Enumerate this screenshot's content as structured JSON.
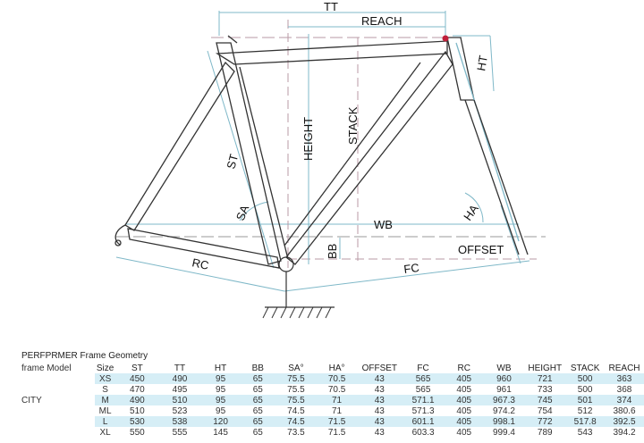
{
  "labels": {
    "tt": "TT",
    "reach": "REACH",
    "ht": "HT",
    "height": "HEIGHT",
    "stack": "STACK",
    "st": "ST",
    "sa": "SA",
    "wb": "WB",
    "ha": "HA",
    "bb": "BB",
    "offset": "OFFSET",
    "rc": "RC",
    "fc": "FC"
  },
  "table": {
    "title": "PERFPRMER  Frame Geometry",
    "model_label": "frame Model",
    "model_name": "CITY",
    "columns": [
      "Size",
      "ST",
      "TT",
      "HT",
      "BB",
      "SA°",
      "HA°",
      "OFFSET",
      "FC",
      "RC",
      "WB",
      "HEIGHT",
      "STACK",
      "REACH"
    ],
    "rows": [
      [
        "XS",
        "450",
        "490",
        "95",
        "65",
        "75.5",
        "70.5",
        "43",
        "565",
        "405",
        "960",
        "721",
        "500",
        "363"
      ],
      [
        "S",
        "470",
        "495",
        "95",
        "65",
        "75.5",
        "70.5",
        "43",
        "565",
        "405",
        "961",
        "733",
        "500",
        "368"
      ],
      [
        "M",
        "490",
        "510",
        "95",
        "65",
        "75.5",
        "71",
        "43",
        "571.1",
        "405",
        "967.3",
        "745",
        "501",
        "374"
      ],
      [
        "ML",
        "510",
        "523",
        "95",
        "65",
        "74.5",
        "71",
        "43",
        "571.3",
        "405",
        "974.2",
        "754",
        "512",
        "380.6"
      ],
      [
        "L",
        "530",
        "538",
        "120",
        "65",
        "74.5",
        "71.5",
        "43",
        "601.1",
        "405",
        "998.1",
        "772",
        "517.8",
        "392.5"
      ],
      [
        "XL",
        "550",
        "555",
        "145",
        "65",
        "73.5",
        "71.5",
        "43",
        "603.3",
        "405",
        "999.4",
        "789",
        "543",
        "394.2"
      ]
    ]
  }
}
